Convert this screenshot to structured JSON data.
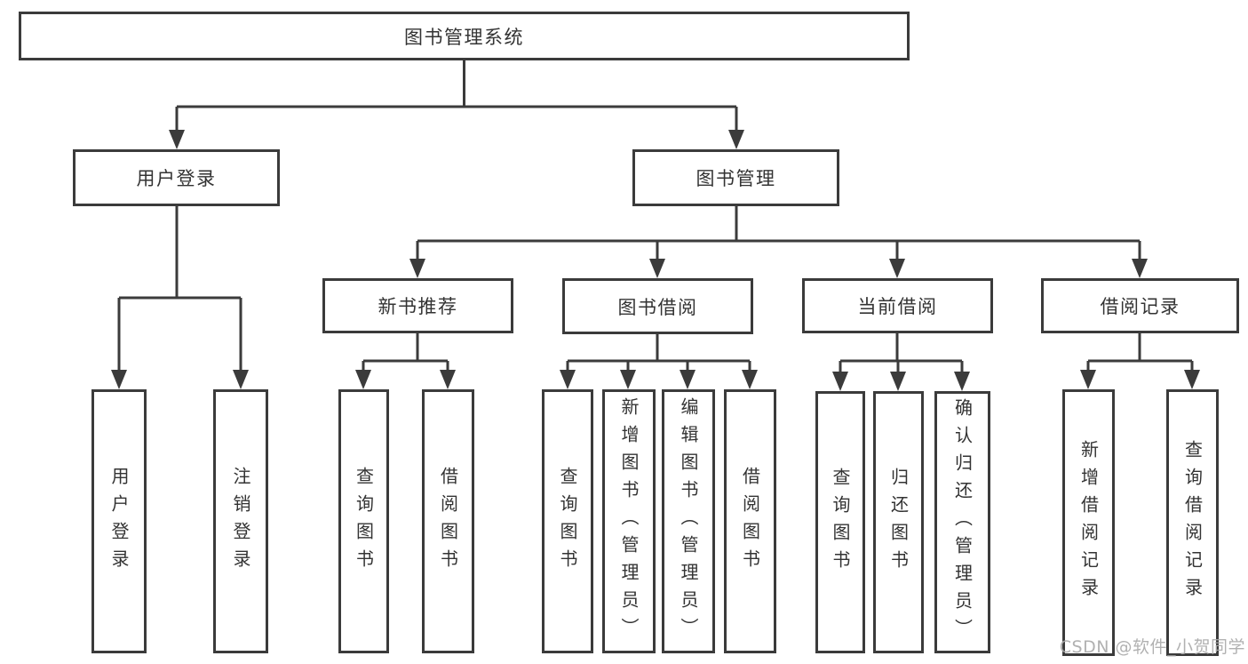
{
  "diagram": {
    "root": {
      "label": "图书管理系统"
    },
    "branches": [
      {
        "label": "用户登录",
        "children": [
          {
            "label": "用户登录"
          },
          {
            "label": "注销登录"
          }
        ]
      },
      {
        "label": "图书管理",
        "children": [
          {
            "label": "新书推荐",
            "children": [
              {
                "label": "查询图书"
              },
              {
                "label": "借阅图书"
              }
            ]
          },
          {
            "label": "图书借阅",
            "children": [
              {
                "label": "查询图书"
              },
              {
                "label": "新增图书（管理员）"
              },
              {
                "label": "编辑图书（管理员）"
              },
              {
                "label": "借阅图书"
              }
            ]
          },
          {
            "label": "当前借阅",
            "children": [
              {
                "label": "查询图书"
              },
              {
                "label": "归还图书"
              },
              {
                "label": "确认归还（管理员）"
              }
            ]
          },
          {
            "label": "借阅记录",
            "children": [
              {
                "label": "新增借阅记录"
              },
              {
                "label": "查询借阅记录"
              }
            ]
          }
        ]
      }
    ]
  },
  "watermark": {
    "text": "CSDN @软件_小贺同学"
  },
  "colors": {
    "line": "#3b3b3b",
    "text": "#333333",
    "background": "#ffffff",
    "watermark": "#aaaaaa"
  }
}
